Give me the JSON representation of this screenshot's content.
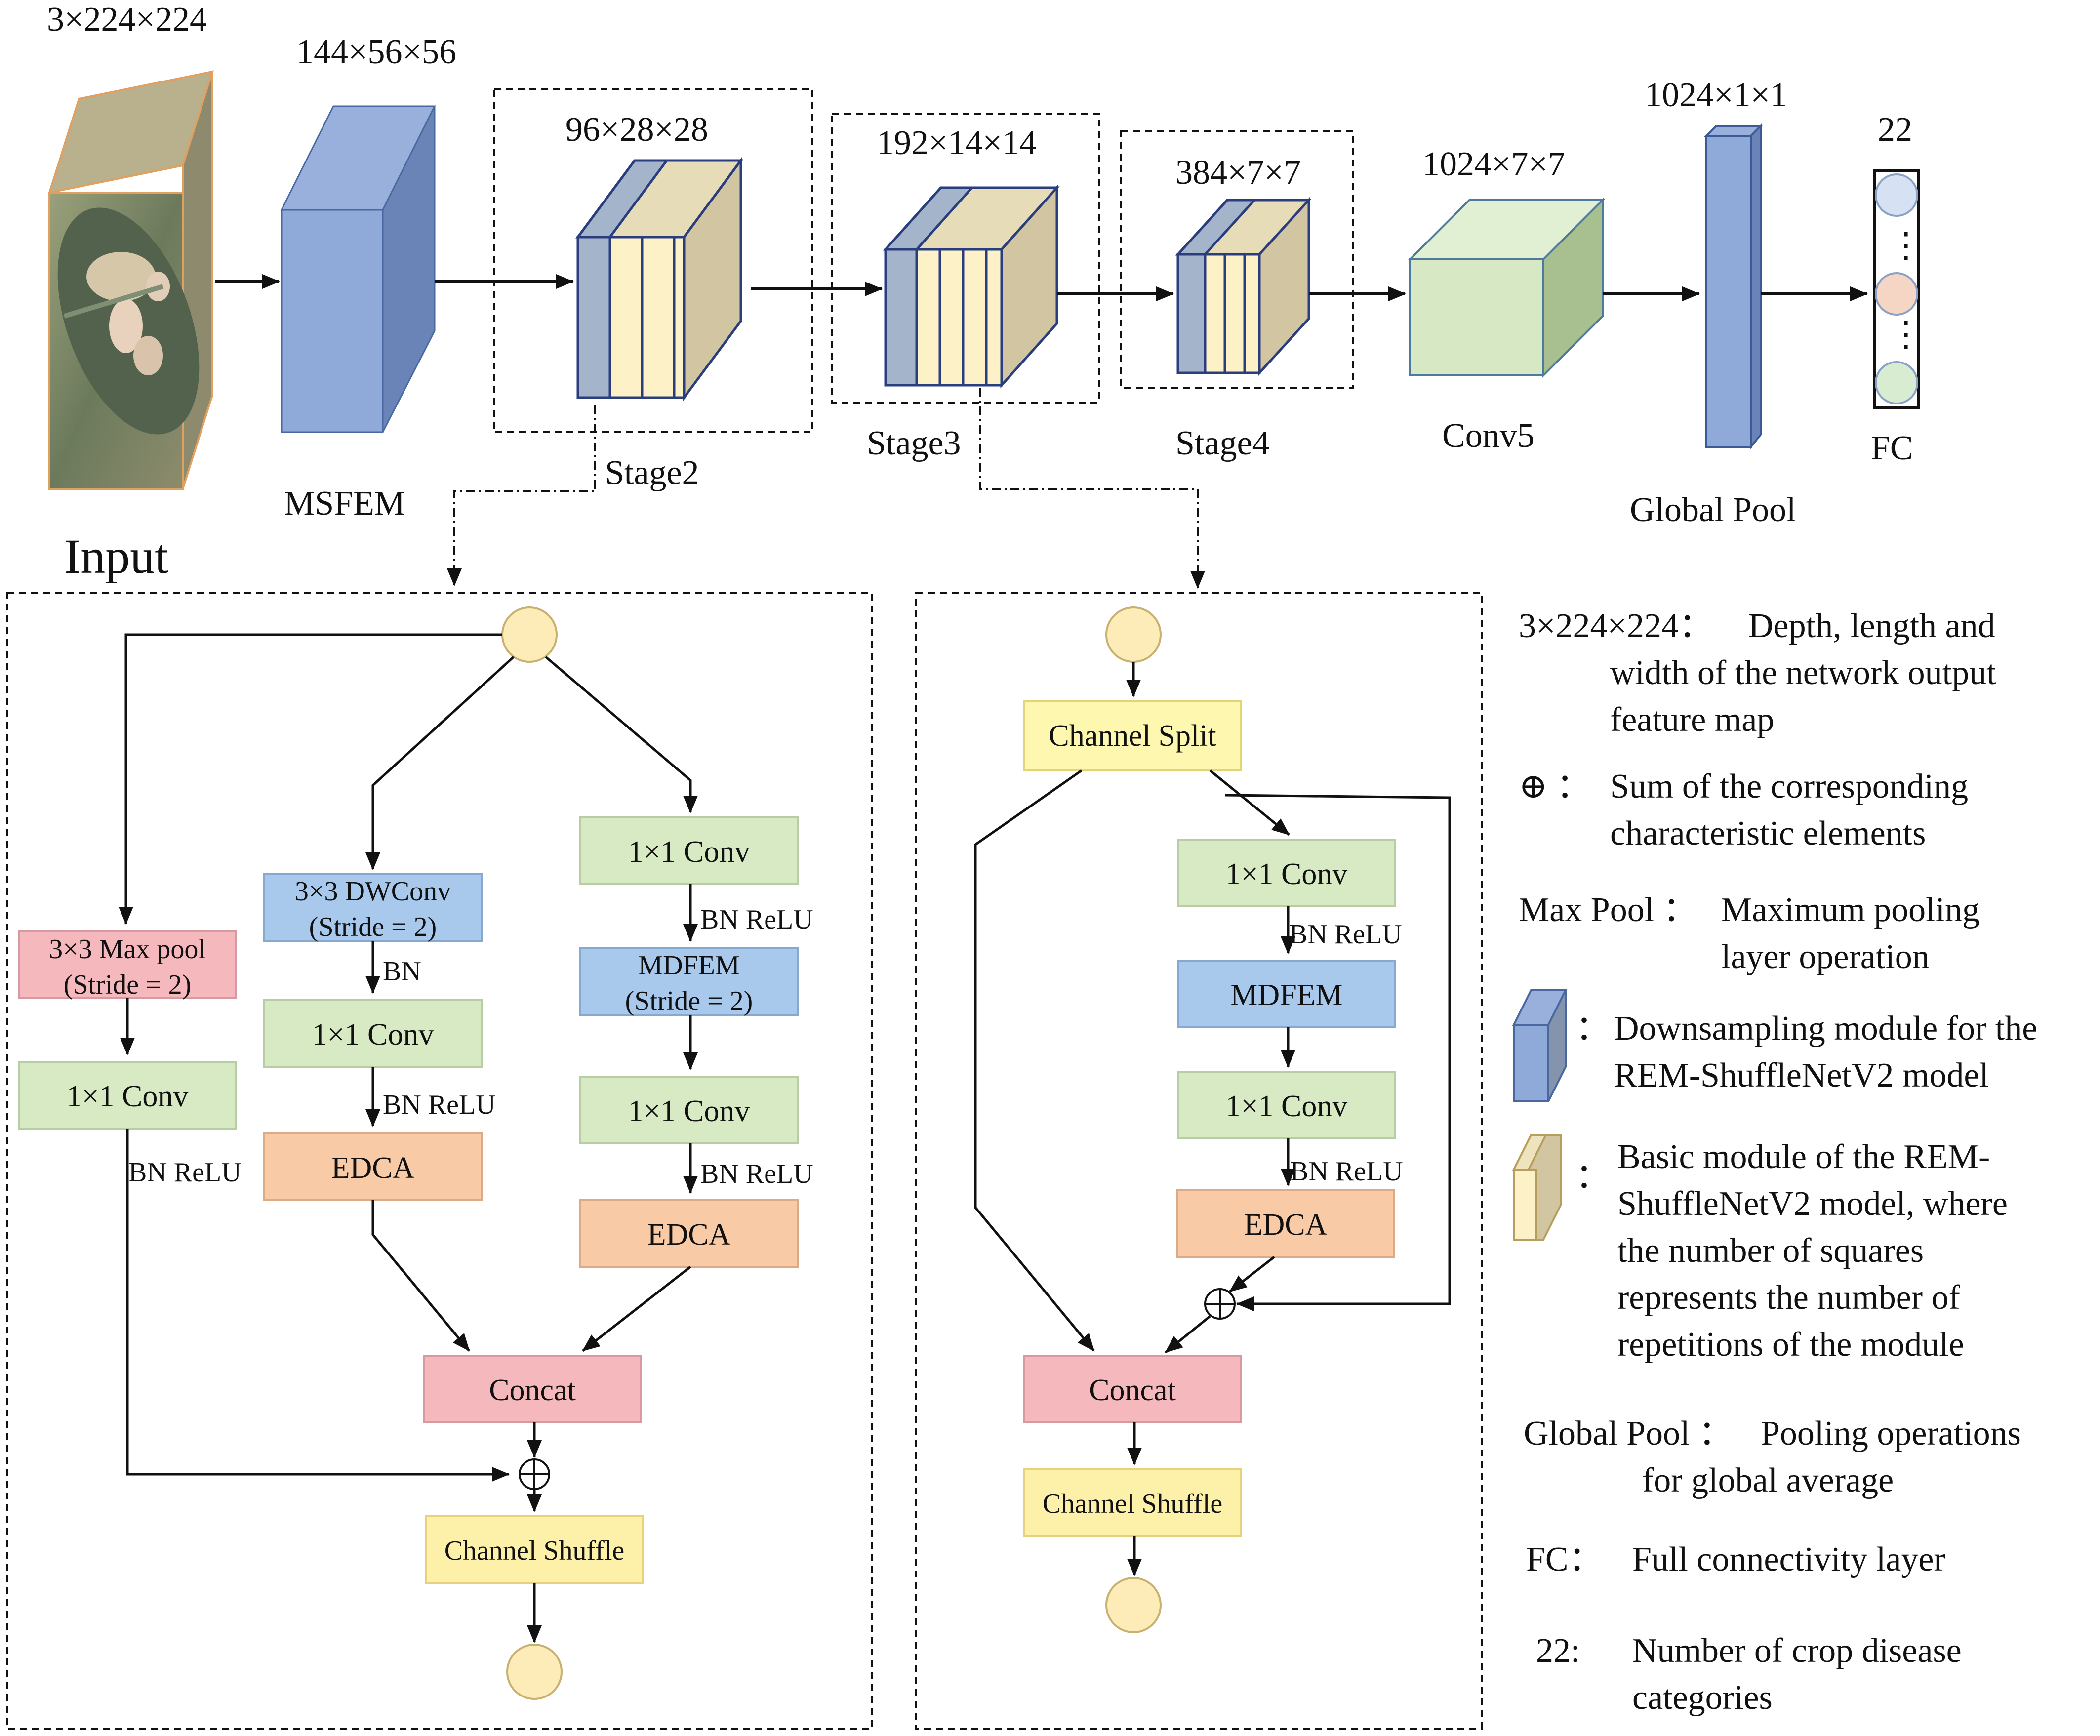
{
  "top": {
    "input": {
      "dims": "3×224×224",
      "label": "Input"
    },
    "msfem": {
      "dims": "144×56×56",
      "label": "MSFEM"
    },
    "stage2": {
      "dims": "96×28×28",
      "label": "Stage2"
    },
    "stage3": {
      "dims": "192×14×14",
      "label": "Stage3"
    },
    "stage4": {
      "dims": "384×7×7",
      "label": "Stage4"
    },
    "conv5": {
      "dims": "1024×7×7",
      "label": "Conv5"
    },
    "gpool": {
      "dims": "1024×1×1",
      "label": "Global Pool"
    },
    "fc": {
      "dims": "22",
      "label": "FC",
      "dots": "⋮"
    }
  },
  "left_block": {
    "maxpool": [
      "3×3 Max pool",
      "(Stride = 2)"
    ],
    "conv_a": "1×1 Conv",
    "bnrelu_a": "BN ReLU",
    "dwconv": [
      "3×3 DWConv",
      "(Stride = 2)"
    ],
    "bn_b": "BN",
    "conv_b": "1×1 Conv",
    "bnrelu_b": "BN ReLU",
    "edca_b": "EDCA",
    "conv_c1": "1×1 Conv",
    "bnrelu_c1": "BN ReLU",
    "mdfem": [
      "MDFEM",
      "(Stride = 2)"
    ],
    "conv_c2": "1×1 Conv",
    "bnrelu_c2": "BN ReLU",
    "edca_c": "EDCA",
    "concat": "Concat",
    "shuffle": "Channel Shuffle",
    "plus": "⊕"
  },
  "right_block": {
    "split": "Channel Split",
    "conv1": "1×1 Conv",
    "bnrelu1": "BN ReLU",
    "mdfem": "MDFEM",
    "conv2": "1×1 Conv",
    "bnrelu2": "BN ReLU",
    "edca": "EDCA",
    "concat": "Concat",
    "shuffle": "Channel Shuffle",
    "plus": "⊕"
  },
  "legend": {
    "dims_key": "3×224×224：",
    "dims_desc": [
      "Depth,  length   and",
      "width of the network output",
      "feature map"
    ],
    "sum_key": "⊕ ：",
    "sum_desc": [
      "Sum of the corresponding",
      "characteristic elements"
    ],
    "maxpool_key": "Max Pool ：",
    "maxpool_desc": [
      "Maximum pooling",
      "layer operation"
    ],
    "down_key": "：",
    "down_desc": [
      "Downsampling module for the",
      "REM-ShuffleNetV2 model"
    ],
    "basic_key": "：",
    "basic_desc": [
      "Basic  module  of  the  REM-",
      "ShuffleNetV2  model,  where",
      "the      number      of      squares",
      "represents    the    number    of",
      "repetitions of the module"
    ],
    "gpool_key": "Global Pool ：",
    "gpool_desc": [
      "Pooling operations",
      "for global average"
    ],
    "fc_key": "FC：",
    "fc_desc": "Full connectivity layer",
    "n_key": "22:",
    "n_desc": [
      "Number of crop disease",
      "categories"
    ]
  },
  "colors": {
    "blue_front": "#8fa9d9",
    "blue_side": "#6a84b8",
    "gray_blue": "#a4b4ca",
    "cream": "#fdf1c8",
    "tan": "#d2c6a2",
    "green_front": "#d6e9c4",
    "green_side": "#a8bf90",
    "pink": "#f4b8bd",
    "green_box": "#d7eac4",
    "blue_box": "#a9c9ec",
    "orange_box": "#f8cba6",
    "yellow_box": "#fdf0a8",
    "circle": "#fdebb8"
  }
}
